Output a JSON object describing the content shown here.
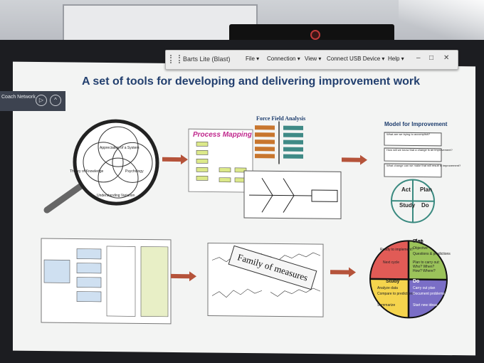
{
  "window": {
    "title": "Barts Lite (Blast)",
    "menus": [
      "File ▾",
      "Connection ▾",
      "View ▾",
      "Connect USB Device ▾",
      "Help ▾"
    ],
    "controls": [
      "–",
      "□",
      "✕"
    ]
  },
  "coach": {
    "label": "Coach Network",
    "buttons": [
      "▷",
      "^"
    ]
  },
  "slide": {
    "title": "A set of tools for developing and delivering improvement work",
    "venn": {
      "circles": [
        "Appreciation of a System",
        "Theory of Knowledge",
        "Psychology",
        "Understanding Variation"
      ]
    },
    "process_mapping": {
      "title": "Process Mapping"
    },
    "force_field": {
      "title": "Force Field Analysis"
    },
    "model": {
      "title": "Model for Improvement",
      "questions": [
        "What are we trying to accomplish?",
        "How will we know that a change is an improvement?",
        "What change can we make that will result in improvement?"
      ],
      "cycle": [
        "Act",
        "Plan",
        "Study",
        "Do"
      ]
    },
    "family": {
      "label": "Family of measures"
    },
    "pdsa": {
      "quadrants": [
        {
          "title": "Act",
          "items": [
            "Ready to implement?",
            "Next cycle"
          ]
        },
        {
          "title": "Plan",
          "items": [
            "Objective",
            "Questions & predictions",
            "Plan to carry out: Who? When? How? Where?"
          ]
        },
        {
          "title": "Study",
          "items": [
            "Analyze data",
            "Compare to predictions",
            "Summarize"
          ]
        },
        {
          "title": "Do",
          "items": [
            "Carry out plan",
            "Document problems",
            "Start new ideas"
          ]
        }
      ],
      "colors": {
        "act": "#e15b56",
        "plan": "#9bc35a",
        "study": "#f5d44d",
        "do": "#7a6ec6"
      }
    }
  },
  "colors": {
    "title": "#23406f",
    "arrow": "#b5533a"
  }
}
